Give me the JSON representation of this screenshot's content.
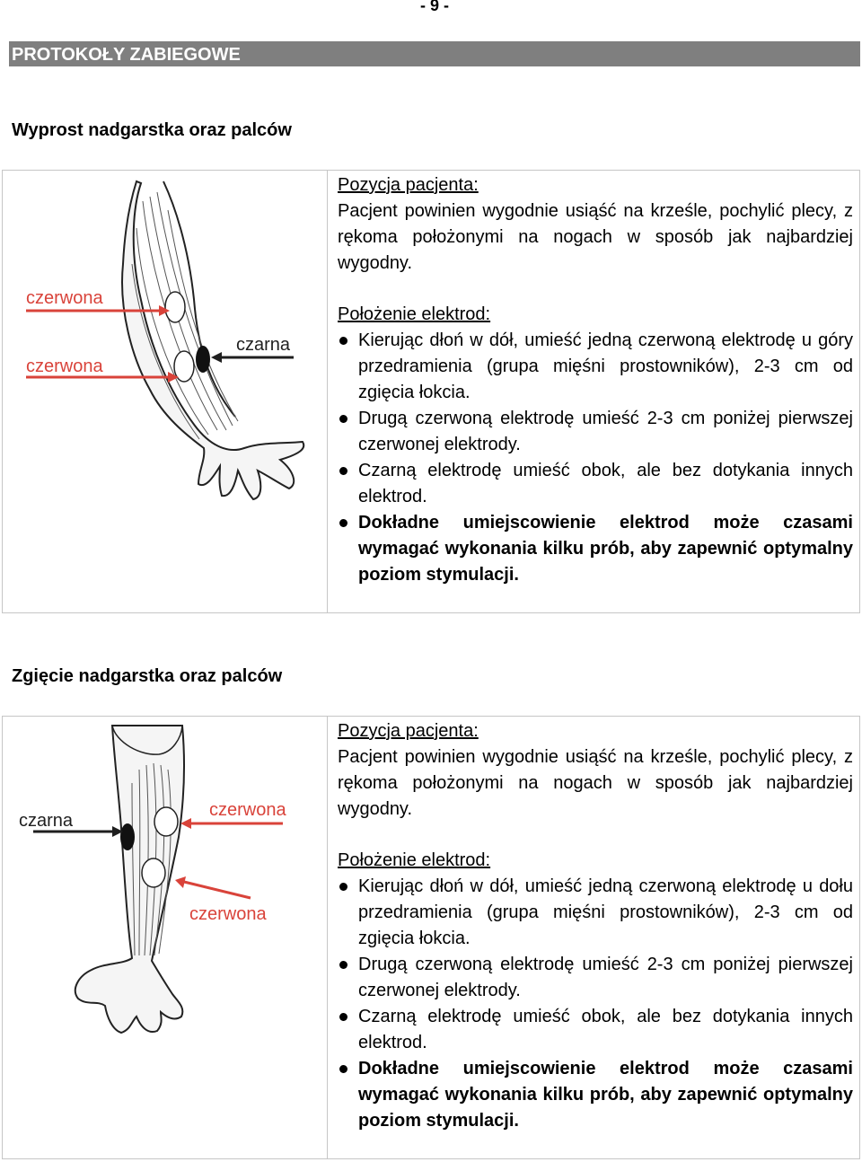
{
  "page_number": "- 9 -",
  "section_header": "PROTOKOŁY ZABIEGOWE",
  "protocols": [
    {
      "title": "Wyprost nadgarstka oraz palców",
      "labels": {
        "red_1": "czerwona",
        "red_2": "czerwona",
        "black": "czarna"
      },
      "patient_position_heading": "Pozycja pacjenta:",
      "patient_position_text": "Pacjent powinien wygodnie usiąść na krześle, pochylić plecy, z rękoma położonymi na nogach w sposób jak najbardziej wygodny.",
      "electrode_heading": "Położenie elektrod:",
      "steps": [
        "Kierując dłoń w dół, umieść jedną czerwoną elektrodę u góry przedramienia (grupa mięśni prostowników), 2-3 cm od zgięcia łokcia.",
        "Drugą czerwoną elektrodę umieść 2-3 cm poniżej pierwszej czerwonej elektrody.",
        "Czarną elektrodę umieść obok, ale bez dotykania innych elektrod.",
        "Dokładne umiejscowienie elektrod może czasami wymagać wykonania kilku prób, aby zapewnić optymalny poziom stymulacji."
      ]
    },
    {
      "title": "Zgięcie nadgarstka oraz palców",
      "labels": {
        "red_1": "czerwona",
        "red_2": "czerwona",
        "black": "czarna"
      },
      "patient_position_heading": "Pozycja pacjenta:",
      "patient_position_text": "Pacjent powinien wygodnie usiąść na krześle, pochylić plecy, z rękoma położonymi na nogach w sposób jak najbardziej wygodny.",
      "electrode_heading": "Położenie elektrod:",
      "steps": [
        "Kierując dłoń w dół, umieść jedną czerwoną elektrodę u dołu przedramienia (grupa mięśni prostowników), 2-3 cm od zgięcia łokcia.",
        "Drugą czerwoną elektrodę umieść 2-3 cm poniżej pierwszej czerwonej elektrody.",
        "Czarną elektrodę umieść obok, ale bez dotykania innych elektrod.",
        "Dokładne umiejscowienie elektrod może czasami wymagać wykonania kilku prób, aby zapewnić optymalny poziom stymulacji."
      ]
    }
  ],
  "colors": {
    "header_bar": "#7f7f7f",
    "red_label": "#d9433a",
    "border": "#c6c6c6"
  }
}
